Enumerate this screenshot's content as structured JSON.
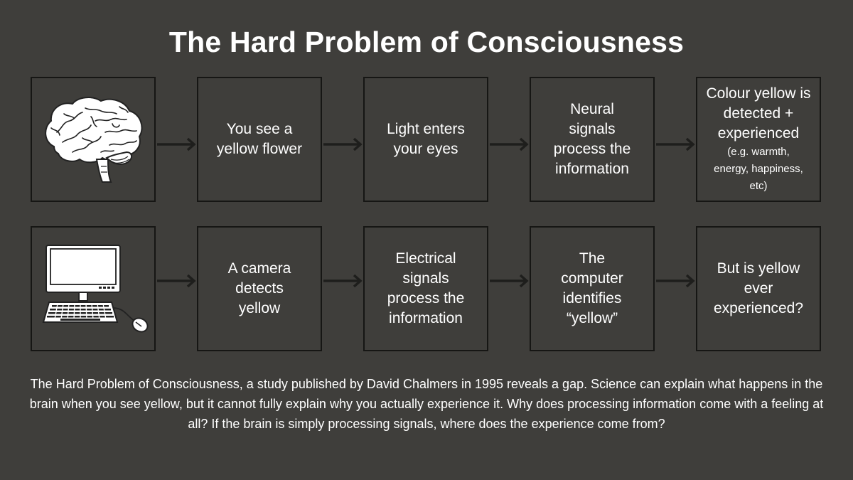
{
  "title": "The Hard Problem of Consciousness",
  "icons": {
    "row1": "brain-icon",
    "row2": "computer-icon"
  },
  "row1": [
    {
      "text": "You see a yellow flower"
    },
    {
      "text": "Light enters your eyes"
    },
    {
      "text": "Neural signals process the information"
    },
    {
      "text": "Colour yellow is detected + experienced",
      "note": "(e.g. warmth, energy, happiness, etc)"
    }
  ],
  "row2": [
    {
      "text": "A camera detects yellow"
    },
    {
      "text": "Electrical signals process the information"
    },
    {
      "text": "The computer identifies “yellow”"
    },
    {
      "text": "But is yellow ever experienced?"
    }
  ],
  "caption": "The Hard Problem of Consciousness, a study published by David Chalmers in 1995 reveals a gap. Science can explain what happens in the brain when you see yellow, but it cannot fully explain why you actually experience it. Why does processing information come with a feeling at all? If the brain is simply processing signals, where does the experience come from?",
  "colors": {
    "background": "#3f3e3b",
    "border": "#161614",
    "arrow": "#1e1e1c",
    "text": "#ffffff"
  }
}
